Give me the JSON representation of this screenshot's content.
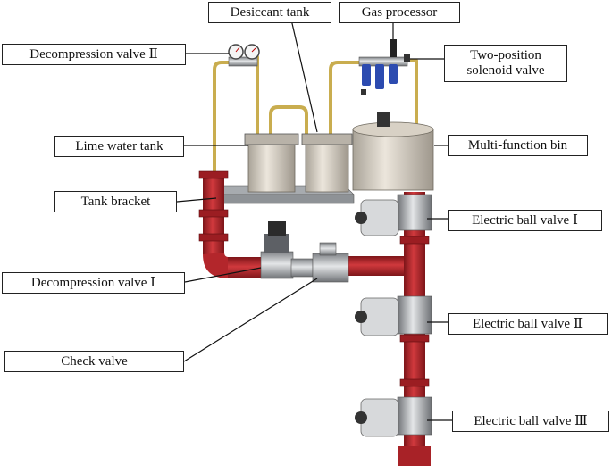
{
  "labels": {
    "desiccant_tank": "Desiccant tank",
    "gas_processor": "Gas processor",
    "decompression_valve_2": "Decompression valve Ⅱ",
    "two_position_solenoid_valve_line1": "Two-position",
    "two_position_solenoid_valve_line2": "solenoid valve",
    "lime_water_tank": "Lime water tank",
    "multi_function_bin": "Multi-function bin",
    "tank_bracket": "Tank bracket",
    "electric_ball_valve_1": "Electric ball valve Ⅰ",
    "decompression_valve_1": "Decompression valve Ⅰ",
    "electric_ball_valve_2": "Electric ball valve Ⅱ",
    "check_valve": "Check valve",
    "electric_ball_valve_3": "Electric ball valve Ⅲ"
  },
  "colors": {
    "pipe_red": "#b3262b",
    "pipe_red_dark": "#7d1519",
    "tube_yellow": "#c9ad4f",
    "steel": "#b9bcc0",
    "tank_body": "#ddd5c9",
    "bracket": "#8e9296",
    "actuator": "#d7d9db",
    "leader": "#111111"
  }
}
